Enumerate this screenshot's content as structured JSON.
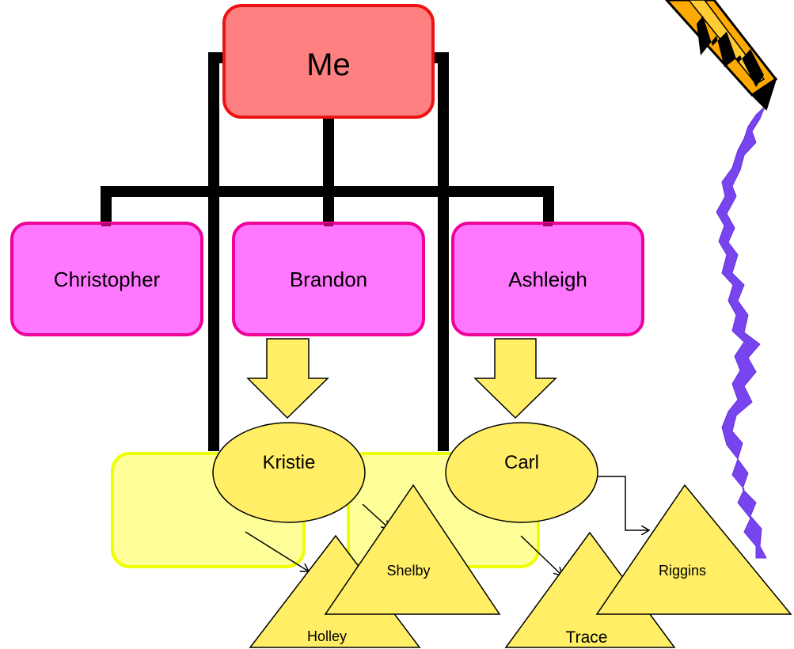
{
  "nodes": {
    "me": "Me",
    "christopher": "Christopher",
    "brandon": "Brandon",
    "ashleigh": "Ashleigh",
    "kristie": "Kristie",
    "carl": "Carl",
    "shelby": "Shelby",
    "holley": "Holley",
    "trace": "Trace",
    "riggins": "Riggins"
  },
  "colors": {
    "root_fill": "#ff8080",
    "root_stroke": "#ee1111",
    "child_fill": "#ff77ff",
    "child_stroke": "#ee0099",
    "spouse_fill": "#ffee66",
    "spouse_stroke": "#000000",
    "grandchild_fill": "#ffee66",
    "placeholder_fill": "#ffff99",
    "placeholder_stroke": "#eeff00",
    "arrow_fill": "#ffee66",
    "tree_line": "#000000",
    "lightning": "#7744ee",
    "pencil": "#ffaa00"
  },
  "icons": {
    "pencil": "pencil-icon",
    "lightning": "lightning-bolt-icon"
  }
}
